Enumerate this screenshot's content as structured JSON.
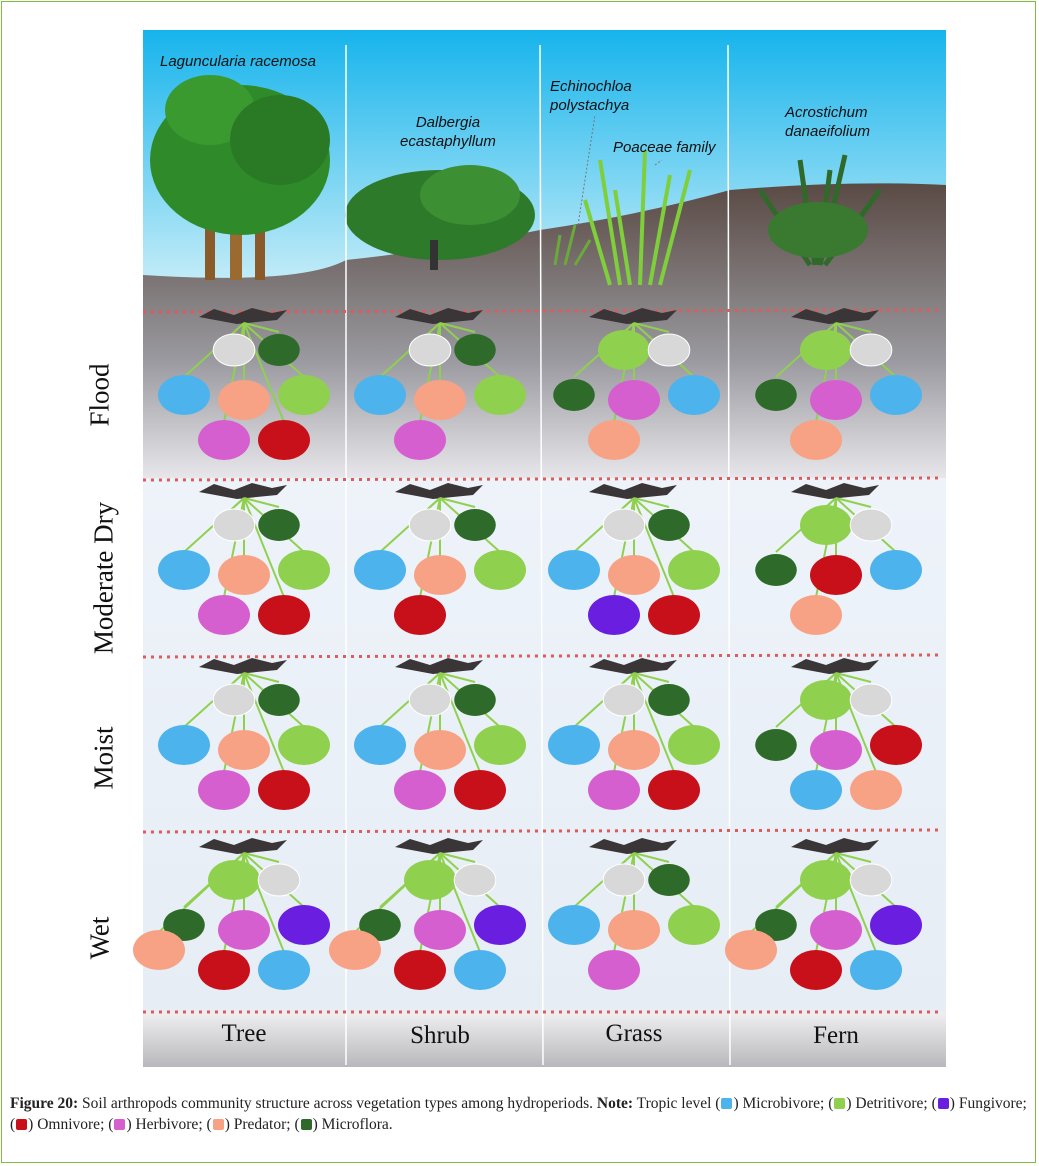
{
  "figure": {
    "species": [
      {
        "name": "Laguncularia  racemosa"
      },
      {
        "name": "Dalbergia\necastaphyllum"
      },
      {
        "name": "Echinochloa\npolystachya"
      },
      {
        "name": "Poaceae family"
      },
      {
        "name": "Acrostichum\ndanaeifolium"
      }
    ],
    "hydroperiods": [
      "Flood",
      "Moderate Dry",
      "Moist",
      "Wet"
    ],
    "vegetation_types": [
      "Tree",
      "Shrub",
      "Grass",
      "Fern"
    ],
    "trophic_colors": {
      "microbivore": "#4db3ec",
      "detritivore": "#8fd14f",
      "fungivore": "#6a1fe0",
      "omnivore": "#c8101a",
      "herbivore": "#d65fd0",
      "predator": "#f7a284",
      "microflora": "#2e6a2a",
      "microbes": "#d8d8d8"
    },
    "cells": [
      [
        [
          "microbes",
          "microflora",
          "microbivore",
          "predator",
          "detritivore",
          "herbivore",
          "omnivore"
        ],
        [
          "microbes",
          "microflora",
          "microbivore",
          "predator",
          "detritivore",
          "herbivore"
        ],
        [
          "detritivore",
          "microbes",
          "microflora",
          "herbivore",
          "microbivore",
          "predator"
        ],
        [
          "detritivore",
          "microbes",
          "microflora",
          "herbivore",
          "microbivore",
          "predator"
        ]
      ],
      [
        [
          "microbes",
          "microflora",
          "microbivore",
          "predator",
          "detritivore",
          "herbivore",
          "omnivore"
        ],
        [
          "microbes",
          "microflora",
          "microbivore",
          "predator",
          "detritivore",
          "omnivore"
        ],
        [
          "microbes",
          "microflora",
          "microbivore",
          "predator",
          "detritivore",
          "fungivore",
          "omnivore"
        ],
        [
          "detritivore",
          "microbes",
          "microflora",
          "omnivore",
          "microbivore",
          "predator"
        ]
      ],
      [
        [
          "microbes",
          "microflora",
          "microbivore",
          "predator",
          "detritivore",
          "herbivore",
          "omnivore"
        ],
        [
          "microbes",
          "microflora",
          "microbivore",
          "predator",
          "detritivore",
          "herbivore",
          "omnivore"
        ],
        [
          "microbes",
          "microflora",
          "microbivore",
          "predator",
          "detritivore",
          "herbivore",
          "omnivore"
        ],
        [
          "detritivore",
          "microbes",
          "microflora",
          "herbivore",
          "omnivore",
          "microbivore",
          "predator"
        ]
      ],
      [
        [
          "detritivore",
          "microbes",
          "microflora",
          "herbivore",
          "fungivore",
          "omnivore",
          "microbivore",
          "predator"
        ],
        [
          "detritivore",
          "microbes",
          "microflora",
          "herbivore",
          "fungivore",
          "omnivore",
          "microbivore",
          "predator"
        ],
        [
          "microbes",
          "microflora",
          "microbivore",
          "predator",
          "detritivore",
          "herbivore"
        ],
        [
          "detritivore",
          "microbes",
          "microflora",
          "herbivore",
          "fungivore",
          "omnivore",
          "microbivore",
          "predator"
        ]
      ]
    ]
  },
  "caption": {
    "label": "Figure 20:",
    "text": " Soil arthropods community structure across vegetation types among hydroperiods. ",
    "note_label": "Note:",
    "note_intro": " Tropic level (",
    "items": [
      {
        "name": "Microbivore",
        "color": "#4db3ec"
      },
      {
        "name": "Detritivore",
        "color": "#8fd14f"
      },
      {
        "name": "Fungivore",
        "color": "#6a1fe0"
      },
      {
        "name": "Omnivore",
        "color": "#c8101a"
      },
      {
        "name": "Herbivore",
        "color": "#d65fd0"
      },
      {
        "name": "Predator",
        "color": "#f7a284"
      },
      {
        "name": "Microflora",
        "color": "#2e6a2a"
      }
    ]
  }
}
